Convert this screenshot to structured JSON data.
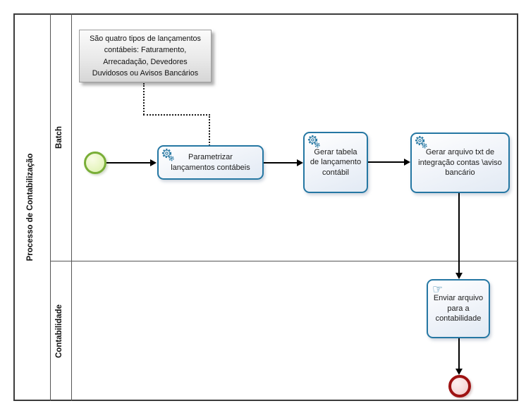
{
  "diagram": {
    "pool": {
      "label": "Processo de Contabilização"
    },
    "lanes": [
      {
        "label": "Batch"
      },
      {
        "label": "Contabilidade"
      }
    ],
    "annotation": {
      "text": "São quatro tipos de lançamentos\ncontábeis: Faturamento,\nArrecadação, Devedores\nDuvidosos ou Avisos Bancários"
    },
    "tasks": [
      {
        "id": "parametrizar",
        "label": "Parametrizar\nlançamentos contábeis",
        "icon": "service-gears-icon",
        "type": "service"
      },
      {
        "id": "gerar-tabela",
        "label": "Gerar tabela\nde lançamento\ncontábil",
        "icon": "service-gears-icon",
        "type": "service"
      },
      {
        "id": "gerar-arquivo",
        "label": "Gerar arquivo txt de\nintegração contas \\aviso\nbancário",
        "icon": "service-gears-icon",
        "type": "service"
      },
      {
        "id": "enviar-arquivo",
        "label": "Enviar arquivo\npara a\ncontabilidade",
        "icon": "manual-hand-icon",
        "type": "manual"
      }
    ],
    "events": [
      {
        "type": "start",
        "shape": "green-circle"
      },
      {
        "type": "end",
        "shape": "red-circle"
      }
    ],
    "icons": {
      "manual_hand_glyph": "☞"
    },
    "colors": {
      "task_border": "#2577a3",
      "task_fill": "#e2eaf4",
      "icon_blue": "#2f7da6",
      "start_event_border": "#79ae37",
      "start_event_fill": "#e9f6c5",
      "end_event_border": "#9e1212",
      "end_event_fill": "#f8dcdc",
      "annotation_fill": "#e9e9e9",
      "connector": "#000000",
      "pool_border": "#3b3b3b"
    }
  }
}
